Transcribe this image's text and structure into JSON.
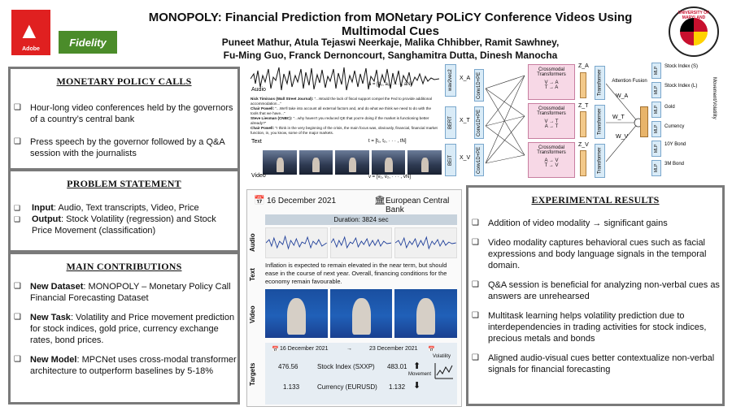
{
  "header": {
    "title": "MONOPOLY: Financial Prediction from MONetary POLiCY Conference Videos Using Multimodal Cues",
    "authors_line1": "Puneet Mathur, Atula Tejaswi Neerkaje, Malika Chhibber, Ramit Sawhney,",
    "authors_line2": "Fu-Ming Guo, Franck Dernoncourt, Sanghamitra Dutta, Dinesh Manocha",
    "logos": {
      "adobe": "Adobe",
      "fidelity": "Fidelity",
      "umd": "UNIVERSITY OF MARYLAND"
    }
  },
  "monetary_policy_calls": {
    "heading": "MONETARY POLICY CALLS",
    "items": [
      "Hour-long video conferences held by the governors of a country’s central bank",
      "Press speech by the governor followed by a Q&A session with the journalists"
    ]
  },
  "problem_statement": {
    "heading": "PROBLEM STATEMENT",
    "items": [
      {
        "label": "Input",
        "text": ": Audio, Text transcripts, Video, Price"
      },
      {
        "label": "Output",
        "text": ": Stock Volatility (regression) and Stock Price Movement (classification)"
      }
    ]
  },
  "main_contributions": {
    "heading": "MAIN CONTRIBUTIONS",
    "items": [
      {
        "label": "New Dataset",
        "text": ": MONOPOLY – Monetary Policy Call Financial Forecasting Dataset"
      },
      {
        "label": "New Task",
        "text": ": Volatility and Price movement prediction for stock indices, gold price, currency exchange rates, bond prices."
      },
      {
        "label": "New Model",
        "text": ": MPCNet uses cross-modal transformer architecture to outperform baselines by 5-18%"
      }
    ]
  },
  "experimental_results": {
    "heading": "EXPERIMENTAL RESULTS",
    "items": [
      "Addition of video modality →  significant gains",
      "Video modality captures behavioral cues such as facial expressions and body language signals in the temporal domain.",
      "Q&A session is beneficial for analyzing non-verbal cues as answers are unrehearsed",
      "Multitask learning helps volatility prediction due to interdependencies in trading activities for stock indices, precious metals and bonds",
      "Aligned audio-visual cues better contextualize non-verbal signals for financial forecasting"
    ]
  },
  "architecture": {
    "audio_label": "Audio",
    "text_label": "Text",
    "video_label": "Video",
    "audio_eq": "â = [a₁, a₂, · · · , aN]",
    "text_eq": "t = [t₁, t₂, · · · , tN]",
    "video_eq": "v = [v₁, v₂, · · · , vN]",
    "encoders": [
      "wav2vec2",
      "BERT",
      "BEiT"
    ],
    "pe": "Conv1D+PE",
    "xa": "X_A",
    "xt": "X_T",
    "xv": "X_V",
    "crossmodal_title": "Crossmodal Transformers",
    "cm1": [
      "V → A",
      "T → A"
    ],
    "cm2": [
      "V → T",
      "A → T"
    ],
    "cm3": [
      "A → V",
      "T → V"
    ],
    "transformer": "Transformer",
    "za": "Z_A",
    "zt": "Z_T",
    "zv": "Z_V",
    "attention": "Attention Fusion",
    "wa": "W_A",
    "wt": "W_T",
    "wv": "W_V",
    "mlp": "MLP",
    "outputs": [
      "Stock Index (S)",
      "Stock Index (L)",
      "Gold",
      "Currency",
      "10Y Bond",
      "3M Bond"
    ],
    "movement": "Movement/Volatility",
    "transcript": [
      {
        "speaker": "Nick Timiraos (Wall Street Journal):",
        "text": " \"...Would the lack of fiscal support compel the Fed to provide additional accommodation...\""
      },
      {
        "speaker": "Chair Powell:",
        "text": " \"...We'll take into account all external factors and, and do what we think we need to do with the tools that we have...\""
      },
      {
        "speaker": "Steve Liesman (CNBC):",
        "text": " \"...why haven't you reduced QE that you're doing if the market is functioning better already?\""
      },
      {
        "speaker": "Chair Powell:",
        "text": " \"I think in the very beginning of the crisis, the main focus was, obviously, financial, financial market function, in, you know, some of the major markets."
      }
    ]
  },
  "ecb_example": {
    "date": "16 December 2021",
    "bank": "European Central Bank",
    "duration": "Duration: 3824 sec",
    "row_labels": [
      "Audio",
      "Text",
      "Video",
      "Targets"
    ],
    "text": "Inflation is expected to remain elevated in the near term, but should ease in the course of next year. Overall, financing conditions for the economy remain favourable.",
    "targets": {
      "start_date": "16 December 2021",
      "end_date": "23 December 2021",
      "stock_label": "Stock Index (SXXP)",
      "stock_start": "476.56",
      "stock_end": "483.01",
      "fx_label": "Currency (EURUSD)",
      "fx_start": "1.133",
      "fx_end": "1.132",
      "movement": "Movement",
      "volatility": "Volatility"
    }
  }
}
